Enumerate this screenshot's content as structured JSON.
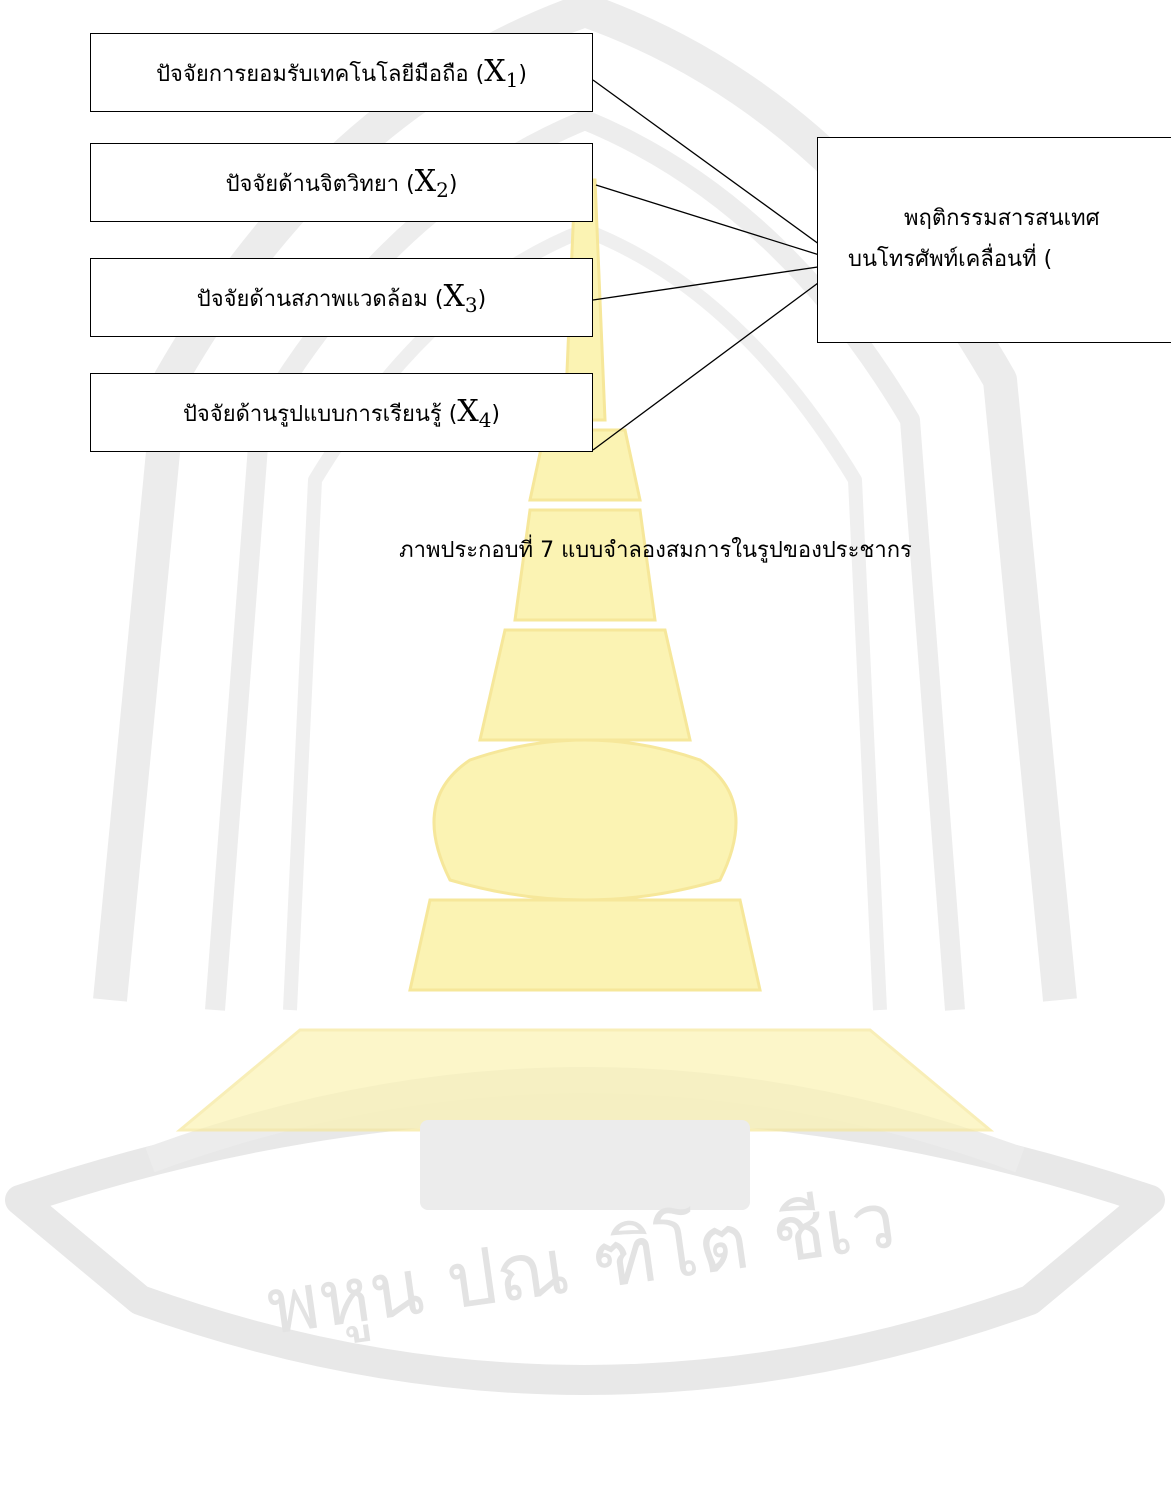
{
  "diagram": {
    "factors": [
      {
        "label": "ปัจจัยการยอมรับเทคโนโลยีมือถือ",
        "variable": "X",
        "subscript": "1"
      },
      {
        "label": "ปัจจัยด้านจิตวิทยา",
        "variable": "X",
        "subscript": "2"
      },
      {
        "label": "ปัจจัยด้านสภาพแวดล้อม",
        "variable": "X",
        "subscript": "3"
      },
      {
        "label": "ปัจจัยด้านรูปแบบการเรียนรู้",
        "variable": "X",
        "subscript": "4"
      }
    ],
    "outcome": {
      "line1": "พฤติกรรมสารสนเทศ",
      "line2": "บนโทรศัพท์เคลื่อนที่ ("
    },
    "caption": "ภาพประกอบที่ 7 แบบจำลองสมการในรูปของประชากร"
  },
  "watermark": {
    "text": "พหูน ปณ ฑิโต ชีเว",
    "colors": {
      "gray": "#e6e6e6",
      "yellow": "#fbf3b3"
    }
  }
}
